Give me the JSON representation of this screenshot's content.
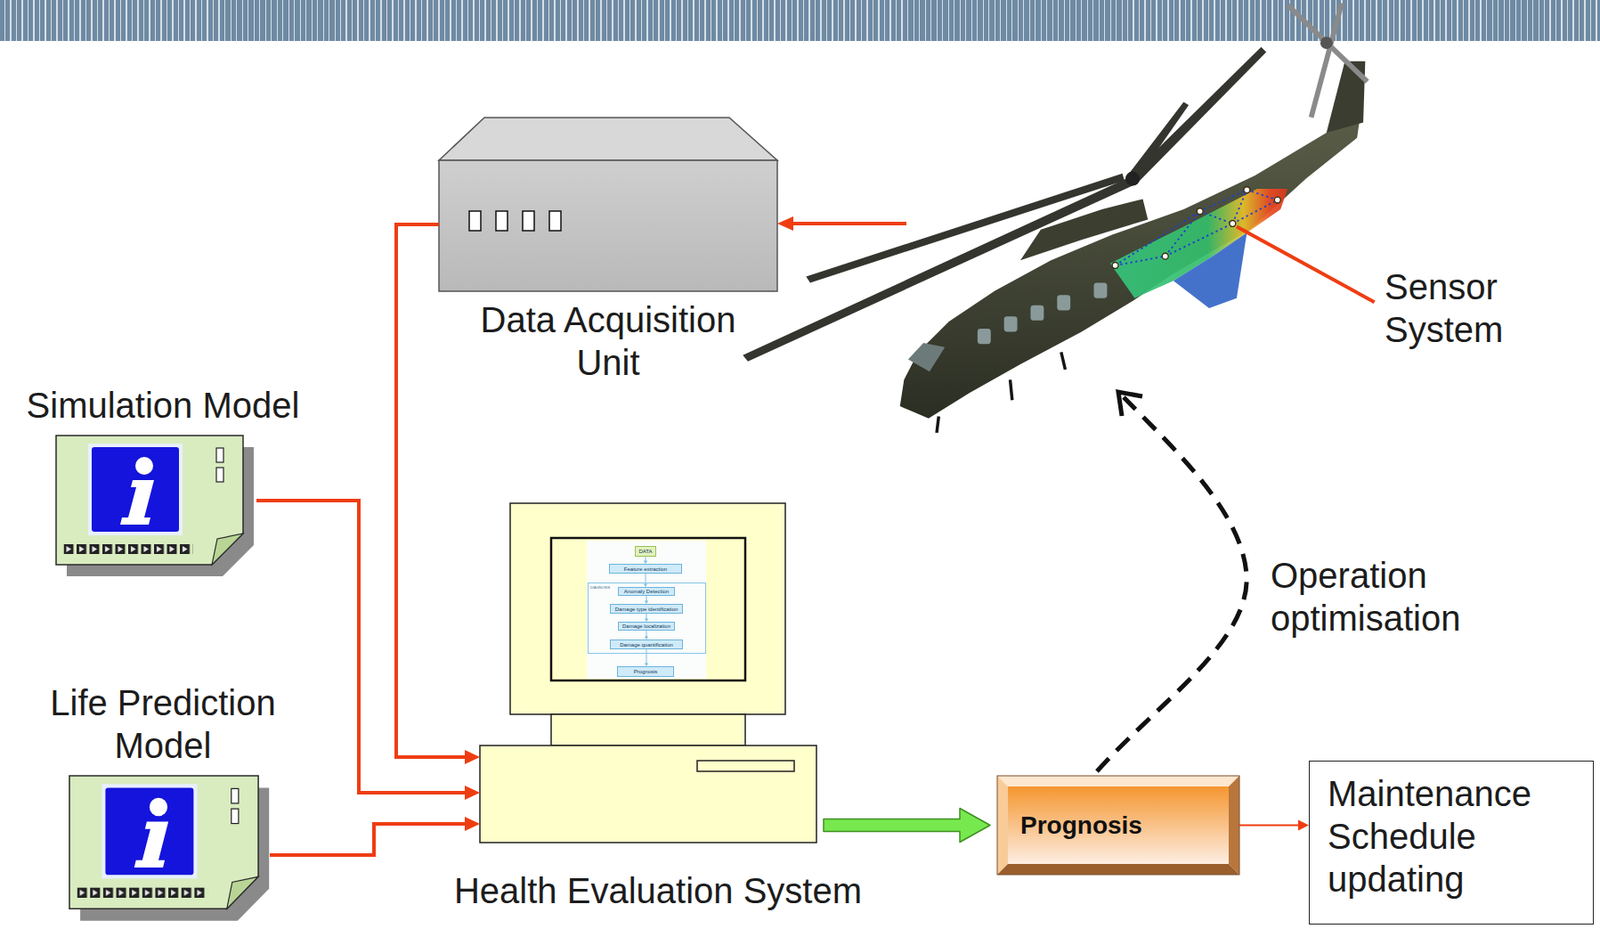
{
  "diagram": {
    "nodes": [
      {
        "text": [
          "Data Acquisition Unit"
        ]
      },
      {
        "text": [
          "Simulation Model"
        ]
      },
      {
        "text": [
          "Life Prediction Model"
        ]
      },
      {
        "text": [
          "Health Evaluation System"
        ]
      },
      {
        "text": [
          "DATA"
        ],
        "in": 3
      },
      {
        "text": [
          "Feature extraction"
        ],
        "in": 3
      },
      {
        "text": [
          "DIAGNOSIS"
        ],
        "in": 3
      },
      {
        "text": [
          "Anomaly Detection"
        ],
        "in": 6
      },
      {
        "text": [
          "Damage type identification"
        ],
        "in": 6
      },
      {
        "text": [
          "Damage localization"
        ],
        "in": 6
      },
      {
        "text": [
          "Damage quantification"
        ],
        "in": 6
      },
      {
        "text": [
          "Prognosis"
        ],
        "in": 3
      },
      {
        "text": [
          "Prognosis"
        ]
      },
      {
        "text": [
          "Maintenance Schedule updating"
        ]
      }
    ],
    "edges": [
      {
        "from": 0,
        "to": 3,
        "arrow": "to"
      },
      {
        "from": 1,
        "to": 3,
        "arrow": "to"
      },
      {
        "from": 2,
        "to": 3,
        "arrow": "to"
      },
      {
        "from": 4,
        "to": 5,
        "arrow": "to"
      },
      {
        "from": 5,
        "to": 7,
        "arrow": "to"
      },
      {
        "from": 7,
        "to": 8,
        "arrow": "to"
      },
      {
        "from": 8,
        "to": 9,
        "arrow": "to"
      },
      {
        "from": 9,
        "to": 10,
        "arrow": "to"
      },
      {
        "from": 10,
        "to": 11,
        "arrow": "to"
      },
      {
        "from": 3,
        "to": 12,
        "arrow": "to"
      },
      {
        "from": 12,
        "to": 13,
        "arrow": "to"
      }
    ],
    "labels": [
      "Sensor System",
      "Operation optimisation"
    ]
  }
}
